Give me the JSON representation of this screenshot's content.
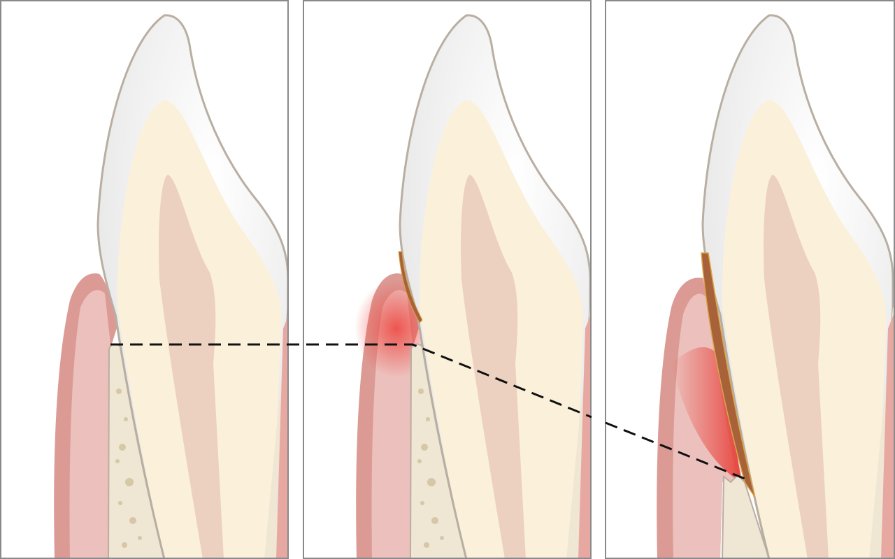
{
  "colors": {
    "panel_border": "#8a8a8a",
    "enamel": "#f7f7f7",
    "tooth_outline": "#b9aea2",
    "dentin": "#fbf0da",
    "pulp": "#ecd0c0",
    "gum": "#dc9a94",
    "gum_inner": "#ecc0bc",
    "bone": "#efe6d4",
    "bone_pores": "#d6c7a6",
    "inflammation": "#e8504a",
    "tartar": "#a8623a",
    "reference_line": "#111111"
  },
  "panels": [
    {
      "stage": 1,
      "inflammation": 0
    },
    {
      "stage": 2,
      "inflammation": 0.6
    },
    {
      "stage": 3,
      "inflammation": 1
    }
  ]
}
